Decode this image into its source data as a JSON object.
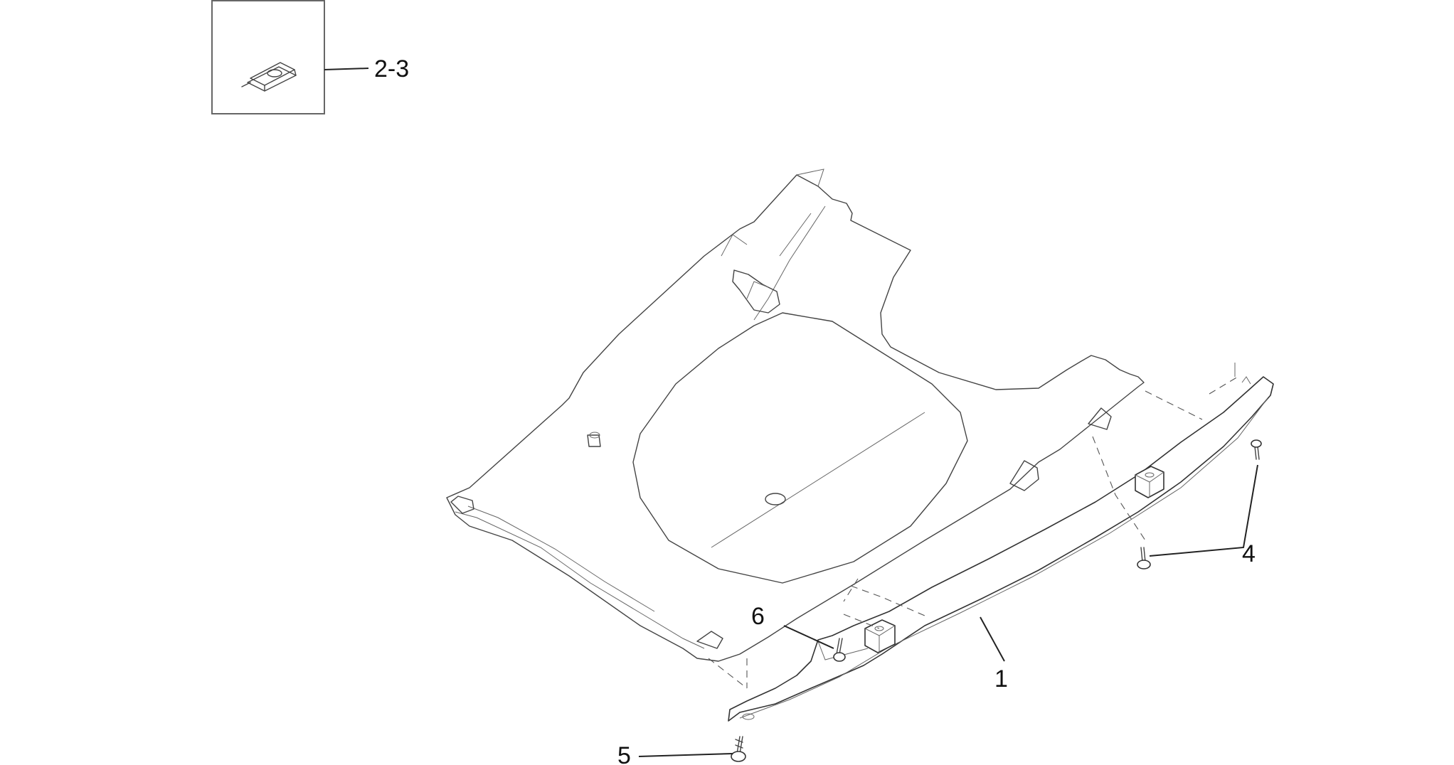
{
  "callouts": {
    "c23": "2-3",
    "c1": "1",
    "c4": "4",
    "c5": "5",
    "c6": "6"
  },
  "colors": {
    "line": "#444444",
    "background": "#ffffff"
  }
}
